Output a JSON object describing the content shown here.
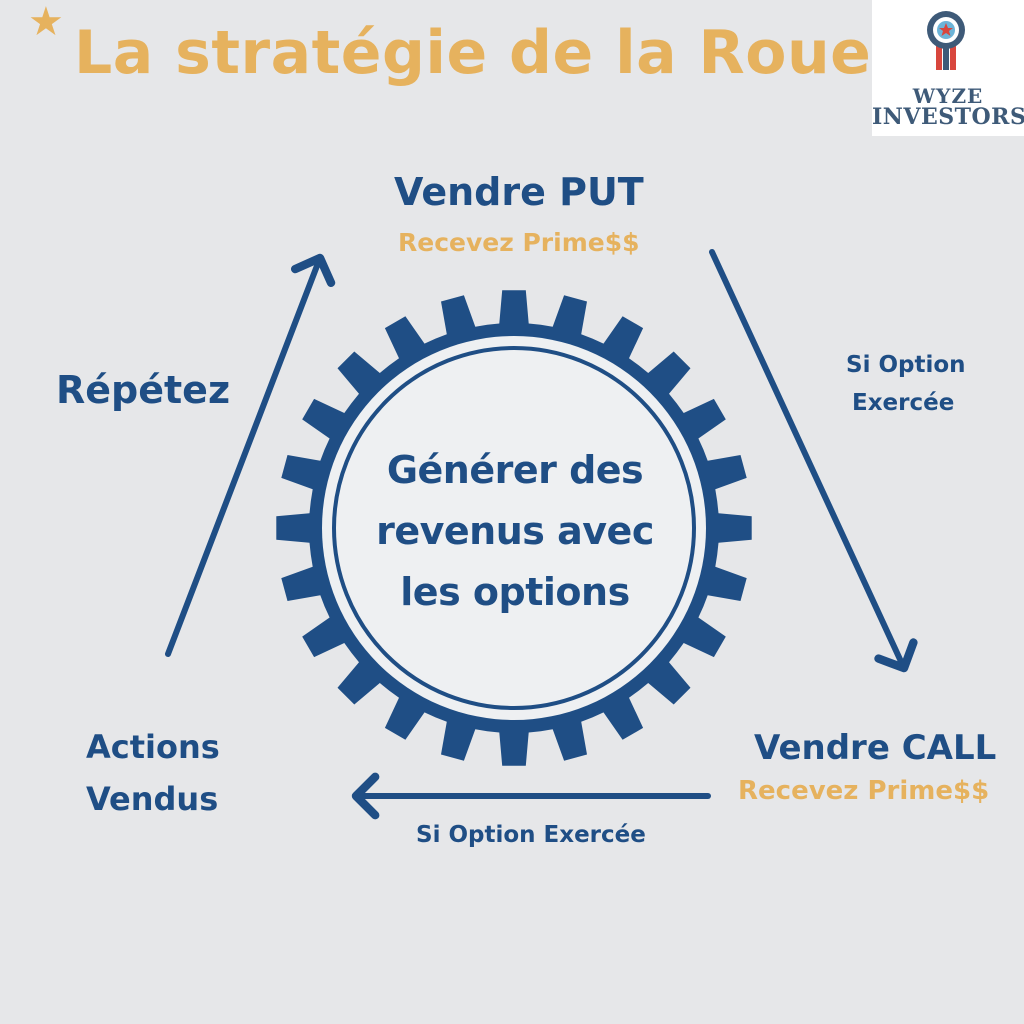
{
  "header": {
    "star_glyph": "★",
    "title": "La stratégie de la Roue"
  },
  "logo": {
    "line1": "WYZE",
    "line2": "INVESTORS"
  },
  "diagram": {
    "center_lines": [
      "Générer des",
      "revenus avec",
      "les options"
    ],
    "sell_put": {
      "title": "Vendre PUT",
      "subtitle": "Recevez Prime$$"
    },
    "exercised_right": {
      "line1": "Si Option",
      "line2": "Exercée"
    },
    "sell_call": {
      "title": "Vendre CALL",
      "subtitle": "Recevez Prime$$"
    },
    "exercised_bottom": "Si Option Exercée",
    "shares_sold": {
      "line1": "Actions",
      "line2": "Vendus"
    },
    "repeat": "Répétez"
  },
  "colors": {
    "primary_blue": "#1f4e85",
    "accent_gold": "#e6b25e",
    "background": "#e6e7e9"
  },
  "icons": {
    "gear": "gear-icon",
    "logo_medal": "medal-icon",
    "arrows": "arrow-icon"
  }
}
